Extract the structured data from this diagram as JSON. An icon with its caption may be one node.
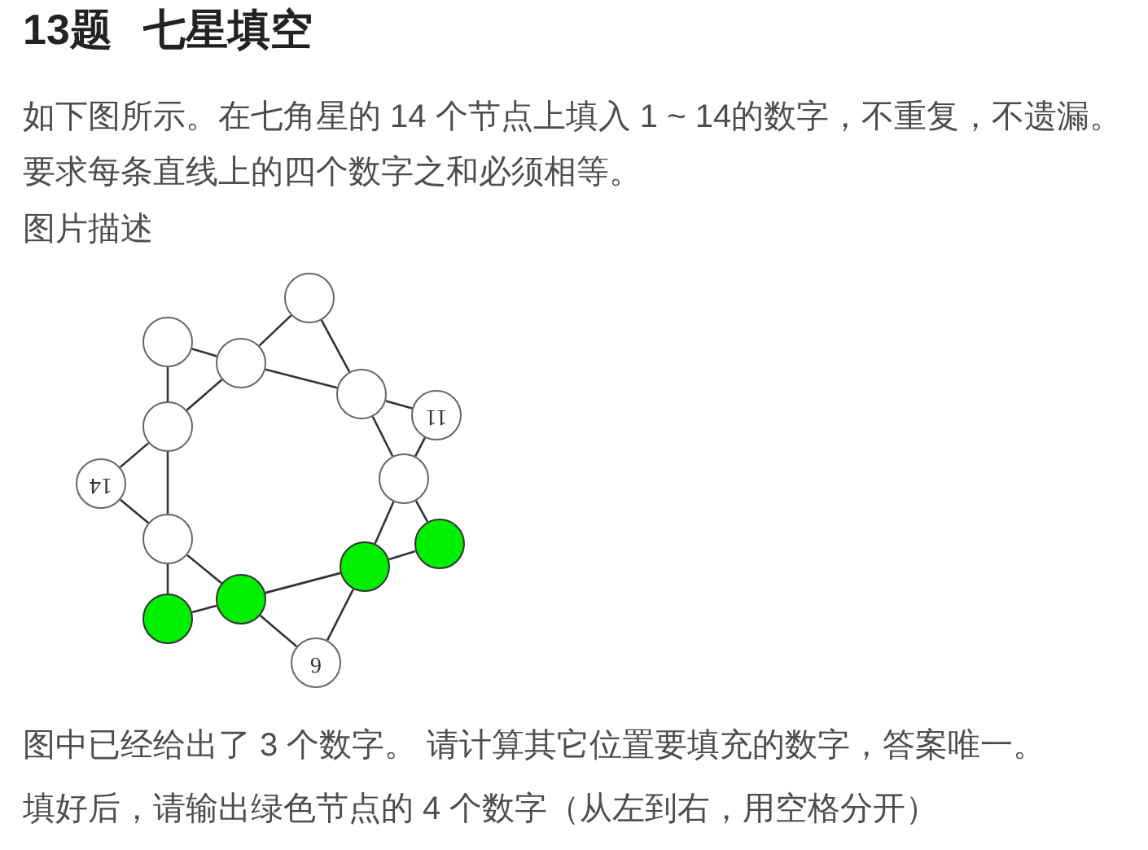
{
  "diagram": {
    "title": "13题 七星填空",
    "nodes": [
      {
        "text": [],
        "shape": "circle"
      },
      {
        "text": [],
        "shape": "circle"
      },
      {
        "text": [],
        "shape": "circle"
      },
      {
        "text": [],
        "shape": "circle"
      },
      {
        "text": [
          "11"
        ]
      },
      {
        "text": [],
        "shape": "circle"
      },
      {
        "text": [],
        "shape": "circle"
      },
      {
        "text": [
          "14"
        ]
      },
      {
        "text": [],
        "shape": "circle"
      },
      {
        "text": [],
        "shape": "circle"
      },
      {
        "text": [],
        "shape": "circle"
      },
      {
        "text": [],
        "shape": "circle"
      },
      {
        "text": [],
        "shape": "circle"
      },
      {
        "text": [
          "6"
        ]
      }
    ],
    "edges": [
      {
        "from": 0,
        "to": 2,
        "arrow": "none"
      },
      {
        "from": 0,
        "to": 3,
        "arrow": "none"
      },
      {
        "from": 1,
        "to": 2,
        "arrow": "none"
      },
      {
        "from": 1,
        "to": 5,
        "arrow": "none"
      },
      {
        "from": 2,
        "to": 5,
        "arrow": "none"
      },
      {
        "from": 2,
        "to": 3,
        "arrow": "none"
      },
      {
        "from": 3,
        "to": 4,
        "arrow": "none"
      },
      {
        "from": 3,
        "to": 6,
        "arrow": "none"
      },
      {
        "from": 4,
        "to": 6,
        "arrow": "none"
      },
      {
        "from": 5,
        "to": 7,
        "arrow": "none"
      },
      {
        "from": 5,
        "to": 8,
        "arrow": "none"
      },
      {
        "from": 7,
        "to": 8,
        "arrow": "none"
      },
      {
        "from": 6,
        "to": 10,
        "arrow": "none"
      },
      {
        "from": 6,
        "to": 9,
        "arrow": "none"
      },
      {
        "from": 8,
        "to": 12,
        "arrow": "none"
      },
      {
        "from": 8,
        "to": 11,
        "arrow": "none"
      },
      {
        "from": 12,
        "to": 11,
        "arrow": "none"
      },
      {
        "from": 11,
        "to": 10,
        "arrow": "none"
      },
      {
        "from": 11,
        "to": 13,
        "arrow": "none"
      },
      {
        "from": 10,
        "to": 9,
        "arrow": "none"
      },
      {
        "from": 10,
        "to": 13,
        "arrow": "none"
      }
    ],
    "labels": [
      "如下图所示。在七角星的 14 个节点上填入 1 ~ 14的数字，不重复，不遗漏。",
      "要求每条直线上的四个数字之和必须相等。",
      "图片描述",
      "图中已经给出了 3 个数字。 请计算其它位置要填充的数字，答案唯一。",
      "填好后，请输出绿色节点的 4 个数字（从左到右，用空格分开）"
    ]
  }
}
